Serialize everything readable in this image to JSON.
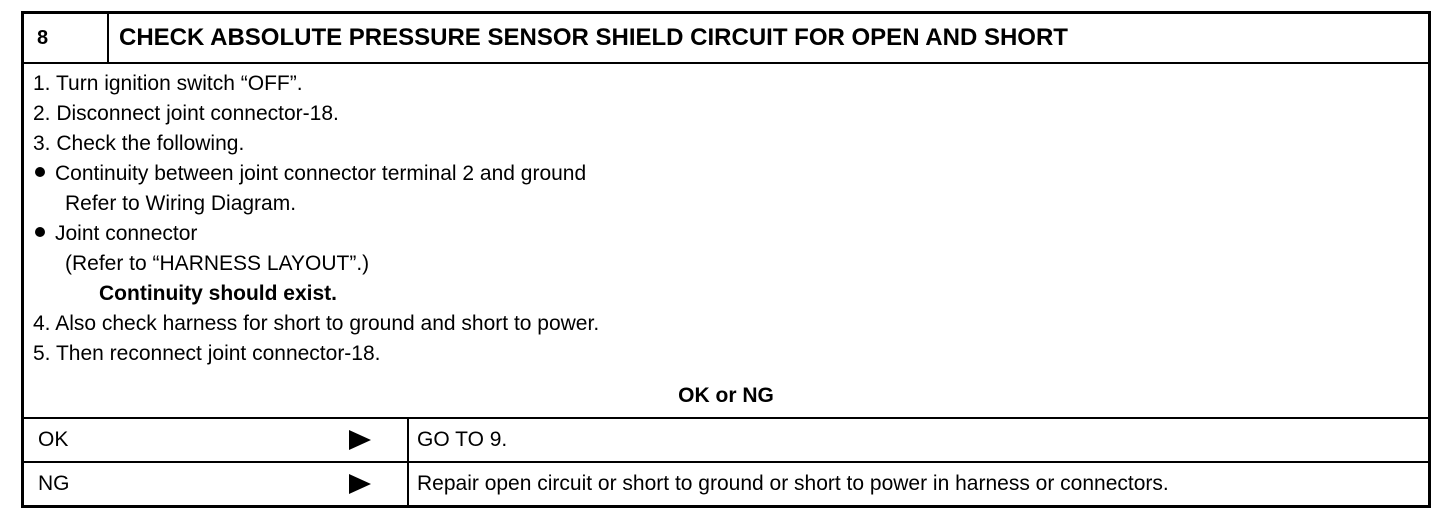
{
  "step": {
    "number": "8",
    "title": "CHECK ABSOLUTE PRESSURE SENSOR SHIELD CIRCUIT FOR OPEN AND SHORT"
  },
  "instructions": {
    "line1": "1.  Turn ignition switch “OFF”.",
    "line2": "2.  Disconnect joint connector-18.",
    "line3": "3.  Check the following.",
    "bullet1": "Continuity between joint connector terminal 2 and ground",
    "bullet1_sub": "Refer to Wiring Diagram.",
    "bullet2": "Joint connector",
    "bullet2_sub": "(Refer to “HARNESS LAYOUT”.)",
    "expected": "Continuity should exist.",
    "line4": "4.  Also check harness for short to ground and short to power.",
    "line5": "5.  Then reconnect joint connector-18."
  },
  "result_heading": "OK or NG",
  "results": [
    {
      "label": "OK",
      "action": "GO TO 9."
    },
    {
      "label": "NG",
      "action": "Repair open circuit or short to ground or short to power in harness or connectors."
    }
  ]
}
